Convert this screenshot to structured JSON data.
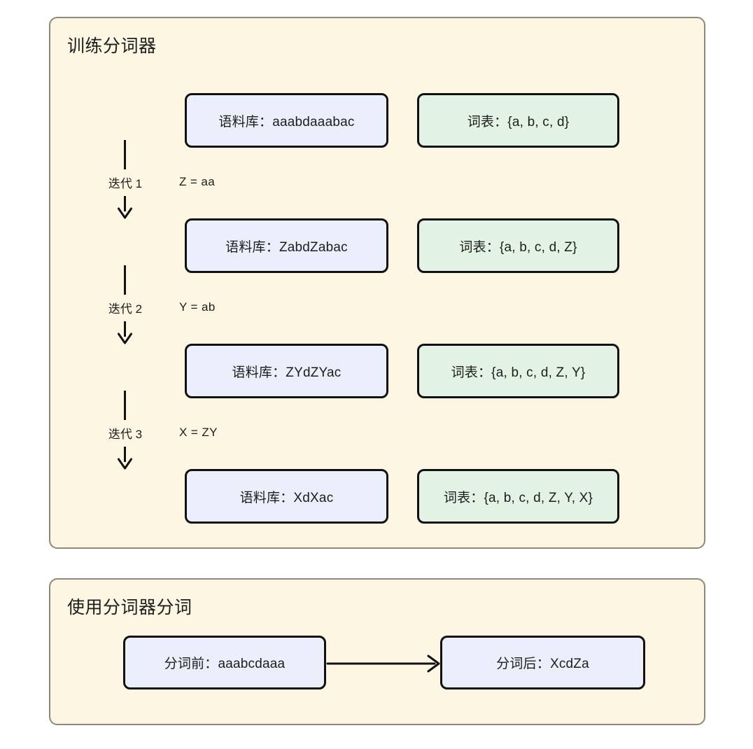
{
  "diagram": {
    "type": "flowchart",
    "background_color": "#ffffff",
    "panel_fill": "#fdf6e3",
    "panel_border": "#8d8878",
    "corpus_fill": "#eaeffb",
    "vocab_fill": "#e2f2e4",
    "node_border": "#111111",
    "arrow_color": "#111111"
  },
  "training": {
    "title": "训练分词器",
    "rows": [
      {
        "corpus": "语料库：aaabdaaabac",
        "vocab": "词表：{a, b, c, d}"
      },
      {
        "corpus": "语料库：ZabdZabac",
        "vocab": "词表：{a, b, c, d, Z}"
      },
      {
        "corpus": "语料库：ZYdZYac",
        "vocab": "词表：{a, b, c, d, Z, Y}"
      },
      {
        "corpus": "语料库：XdXac",
        "vocab": "词表：{a, b, c, d, Z, Y, X}"
      }
    ],
    "iterations": [
      {
        "label": "迭代 1",
        "merge": "Z = aa"
      },
      {
        "label": "迭代 2",
        "merge": "Y = ab"
      },
      {
        "label": "迭代 3",
        "merge": "X = ZY"
      }
    ]
  },
  "inference": {
    "title": "使用分词器分词",
    "before": "分词前：aaabcdaaa",
    "after": "分词后：XcdZa"
  }
}
